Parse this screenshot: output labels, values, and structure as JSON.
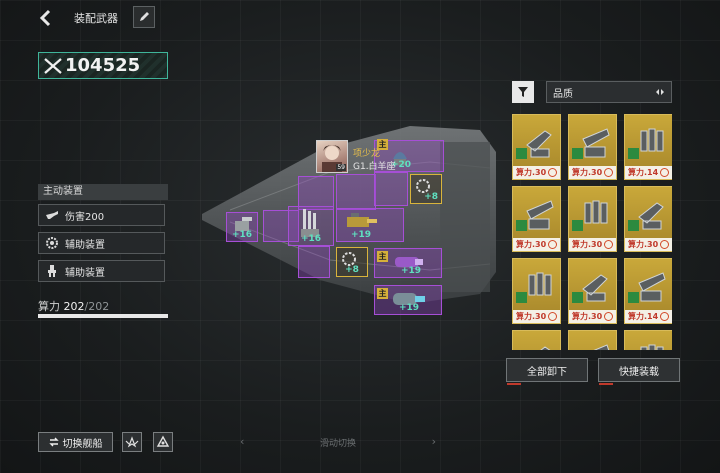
{
  "header": {
    "title": "装配武器"
  },
  "power": {
    "value": "104525"
  },
  "equipment_panel": {
    "title": "主动装置",
    "items": [
      {
        "label": "伤害200",
        "icon": "cannon-icon"
      },
      {
        "label": "辅助装置",
        "icon": "gear-icon"
      },
      {
        "label": "辅助装置",
        "icon": "robot-arm-icon"
      }
    ],
    "calc_label": "算力",
    "calc_current": "202",
    "calc_max": "/202",
    "calc_fill": 1.0
  },
  "pilot": {
    "level": "59",
    "name": "项少龙",
    "unit": "G1.白羊座"
  },
  "ship_slots": {
    "main_tag": "主",
    "bonuses": [
      "+20",
      "+8",
      "+19",
      "+16",
      "+16",
      "+8",
      "+19",
      "+19"
    ]
  },
  "inventory": {
    "sort_label": "品质",
    "cards": [
      {
        "power": "算力.30"
      },
      {
        "power": "算力.30"
      },
      {
        "power": "算力.14"
      },
      {
        "power": "算力.30"
      },
      {
        "power": "算力.30"
      },
      {
        "power": "算力.30"
      },
      {
        "power": "算力.30"
      },
      {
        "power": "算力.30"
      },
      {
        "power": "算力.14"
      },
      {
        "power": ""
      },
      {
        "power": ""
      },
      {
        "power": ""
      }
    ],
    "unload_all": "全部卸下",
    "quick_equip": "快捷装载"
  },
  "bottom": {
    "switch_ship": "切换舰船",
    "swipe_hint": "滑动切换"
  },
  "colors": {
    "purple_slot": "#a64fd6",
    "gold_slot": "#d9b43c",
    "accent_teal": "#3fb59a",
    "card_gold": "#c9a83a",
    "power_red": "#c0392b"
  }
}
